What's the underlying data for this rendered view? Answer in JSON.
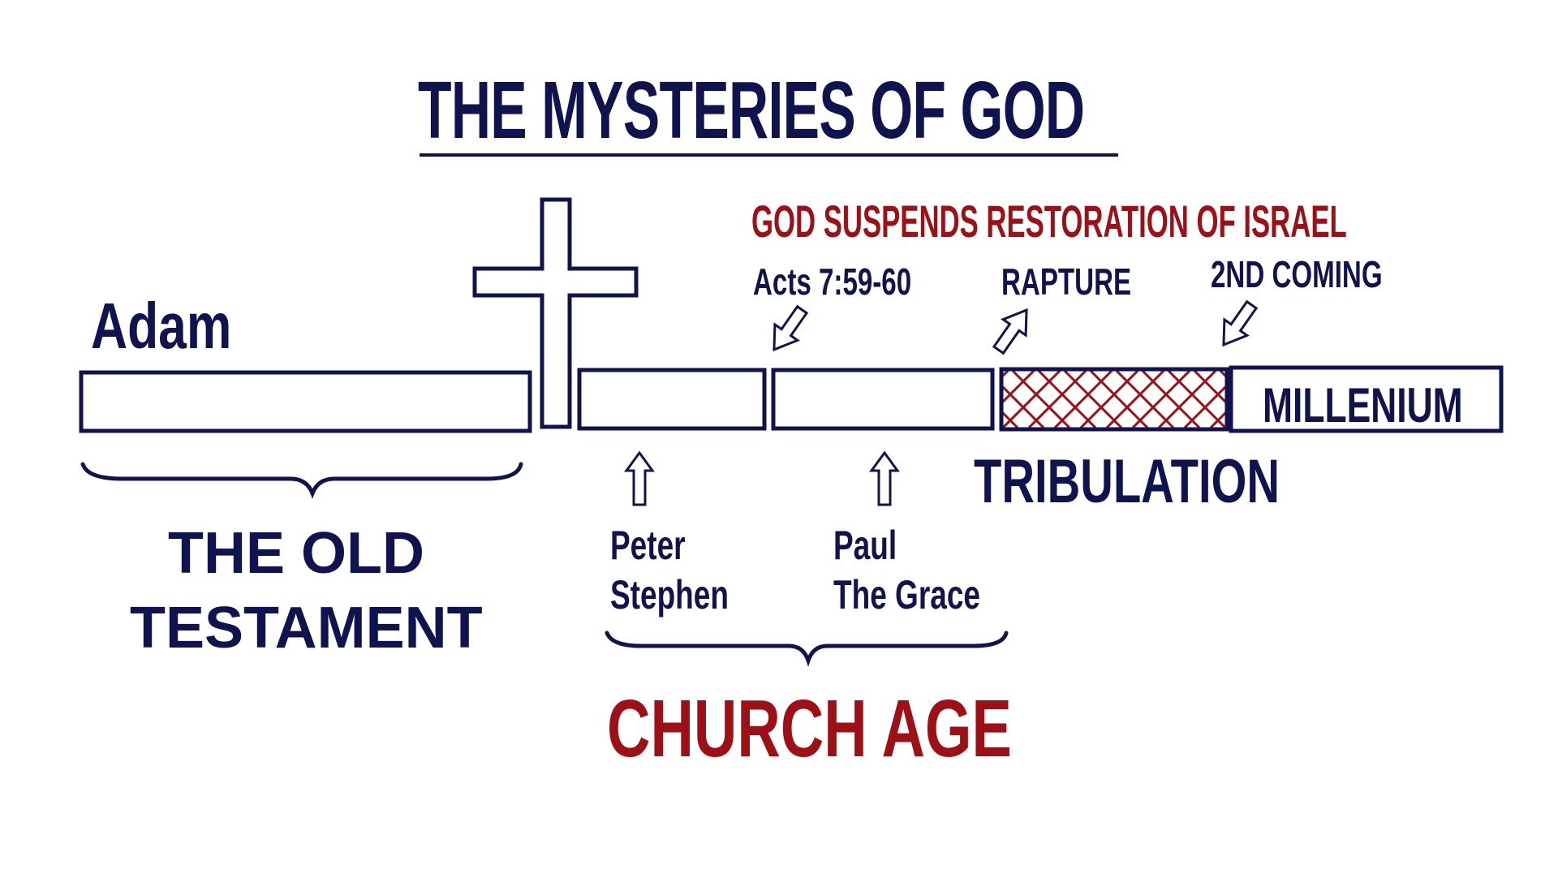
{
  "title": "THE MYSTERIES OF GOD",
  "subtitle": "GOD SUSPENDS RESTORATION OF ISRAEL",
  "timeline": {
    "start_label": "Adam",
    "markers": {
      "acts": "Acts 7:59-60",
      "rapture": "RAPTURE",
      "second_coming": "2ND COMING"
    },
    "segments": {
      "millenium": "MILLENIUM",
      "tribulation": "TRIBULATION"
    }
  },
  "eras": {
    "old_testament": "THE OLD TESTAMENT",
    "church_age": "CHURCH AGE"
  },
  "people": {
    "group1": [
      "Peter",
      "Stephen"
    ],
    "group2": [
      "Paul",
      "The Grace"
    ]
  },
  "colors": {
    "navy": "#0f1450",
    "red": "#9e1016"
  }
}
